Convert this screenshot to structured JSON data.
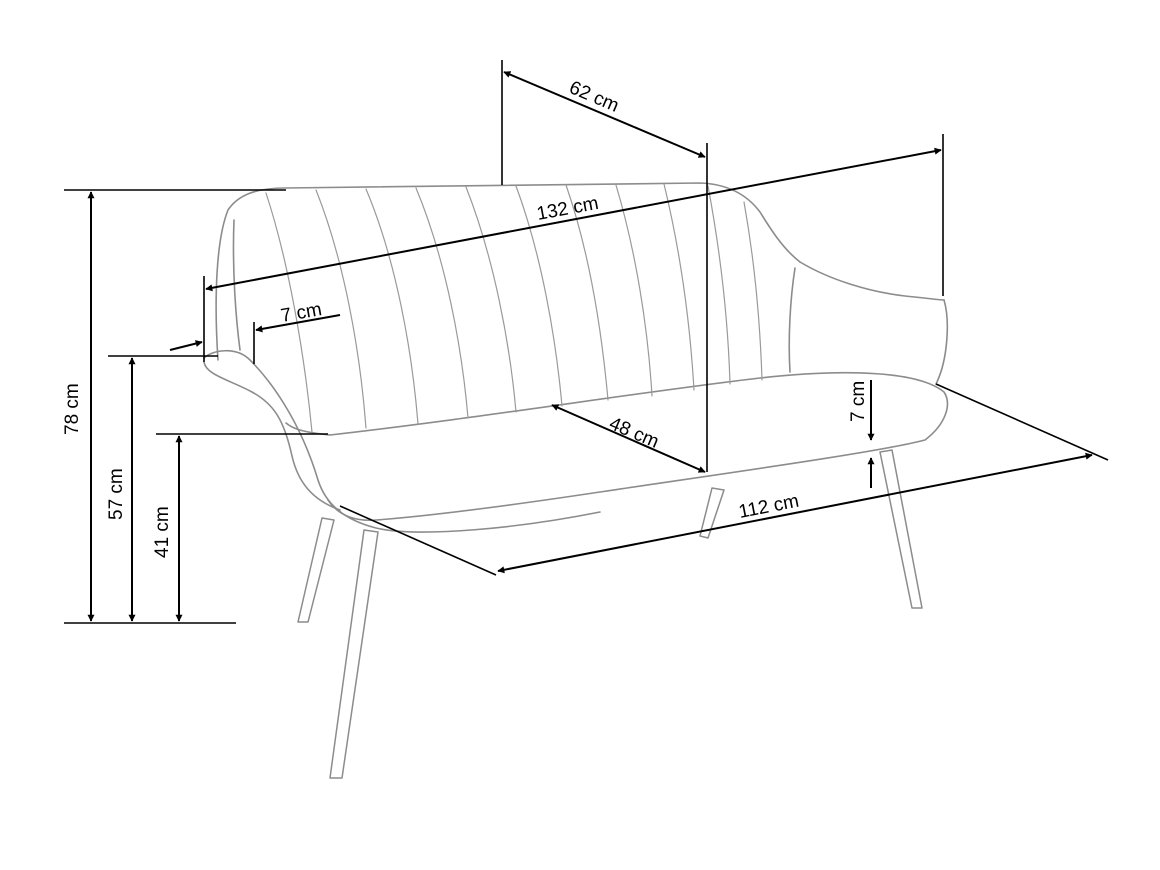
{
  "dimensions": {
    "depth_total": "62 cm",
    "width_total": "132 cm",
    "armrest_width": "7 cm",
    "seat_depth": "48 cm",
    "seat_thickness": "7 cm",
    "seat_width": "112 cm",
    "height_total": "78 cm",
    "armrest_height": "57 cm",
    "seat_height": "41 cm"
  },
  "colors": {
    "outline": "#8c8c8c",
    "dimension": "#000000",
    "background": "#ffffff"
  }
}
